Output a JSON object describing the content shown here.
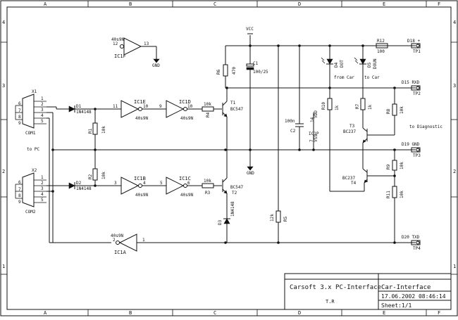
{
  "frame": {
    "cols": [
      "A",
      "B",
      "C",
      "D",
      "E",
      "F"
    ],
    "rows": [
      "4",
      "3",
      "2",
      "1"
    ]
  },
  "title_block": {
    "title": "Carsoft 3.x PC-Interface",
    "author": "T.R",
    "drawing": "Car-Interface",
    "date": "17.06.2002 08:46:14",
    "sheet": "Sheet:1/1"
  },
  "connectors": {
    "com1": {
      "ref": "X1",
      "name": "COM1",
      "pins": [
        "6",
        "1",
        "7",
        "2",
        "8",
        "3",
        "9",
        "4",
        "5"
      ]
    },
    "com2": {
      "ref": "X2",
      "name": "COM2",
      "pins": [
        "6",
        "1",
        "7",
        "2",
        "8",
        "3",
        "9",
        "4",
        "5"
      ]
    }
  },
  "diodes": {
    "d1": {
      "ref": "D1",
      "value": "1N4148"
    },
    "d2": {
      "ref": "D2",
      "value": "1N4148"
    },
    "d3": {
      "ref": "D3",
      "value": "1N4148"
    },
    "d4": {
      "ref": "D4",
      "value": "DOT"
    },
    "d5": {
      "ref": "D5",
      "value": "DOUN"
    }
  },
  "resistors": {
    "r1": {
      "ref": "R1",
      "value": "10k"
    },
    "r2": {
      "ref": "R2",
      "value": "10k"
    },
    "r3": {
      "ref": "R3",
      "value": "10k"
    },
    "r4": {
      "ref": "R4",
      "value": "10k"
    },
    "r5": {
      "ref": "R5",
      "value": "12k"
    },
    "r6": {
      "ref": "R6",
      "value": "470"
    },
    "r7": {
      "ref": "R7",
      "value": "1k"
    },
    "r8": {
      "ref": "R8",
      "value": "10k"
    },
    "r9": {
      "ref": "R9",
      "value": "10k"
    },
    "r10": {
      "ref": "R10",
      "value": "1k"
    },
    "r11": {
      "ref": "R11",
      "value": "10k"
    },
    "r12": {
      "ref": "R12",
      "value": "100"
    }
  },
  "inverters": {
    "ic1a": {
      "ref": "IC1A",
      "value": "40s9N",
      "pin_in": "2",
      "pin_out": "1"
    },
    "ic1b": {
      "ref": "IC1B",
      "value": "40s9N",
      "pin_in": "3",
      "pin_out": "4"
    },
    "ic1c": {
      "ref": "IC1C",
      "value": "40s9N",
      "pin_in": "5",
      "pin_out": "6"
    },
    "ic1d": {
      "ref": "IC1D",
      "value": "40s9N",
      "pin_in": "9",
      "pin_out": "10"
    },
    "ic1e": {
      "ref": "IC1E",
      "value": "40s9N",
      "pin_in": "11",
      "pin_out": "10"
    },
    "ic1f": {
      "ref": "IC1F",
      "value": "40s9N",
      "pin_in": "12",
      "pin_out": "13"
    }
  },
  "ic_power": {
    "ref": "IC1P",
    "pin_vcc": "14",
    "pin_gnd": "7",
    "label_vdd": "VDD",
    "label_vss": "VSS"
  },
  "capacitors": {
    "c1": {
      "ref": "C1",
      "value": "100/25"
    },
    "c2": {
      "ref": "C2",
      "value": "100n"
    }
  },
  "transistors": {
    "t1": {
      "ref": "T1",
      "value": "BC547"
    },
    "t2": {
      "ref": "T2",
      "value": "BC547"
    },
    "t3": {
      "ref": "T3",
      "value": "BC237"
    },
    "t4": {
      "ref": "T4",
      "value": "BC237"
    }
  },
  "nets": {
    "vcc": "VCC",
    "gnd": "GND",
    "to_pc": "to PC",
    "from_car": "from Car",
    "to_car": "to Car",
    "to_diag": "to Diagnostic"
  },
  "testpoints": {
    "tp1": {
      "label": "D18 +",
      "ref": "TP1"
    },
    "tp2": {
      "label": "D15 RXD",
      "ref": "TP2"
    },
    "tp3": {
      "label": "D19 GND",
      "ref": "TP3"
    },
    "tp4": {
      "label": "D20 TXD",
      "ref": "TP4"
    }
  }
}
